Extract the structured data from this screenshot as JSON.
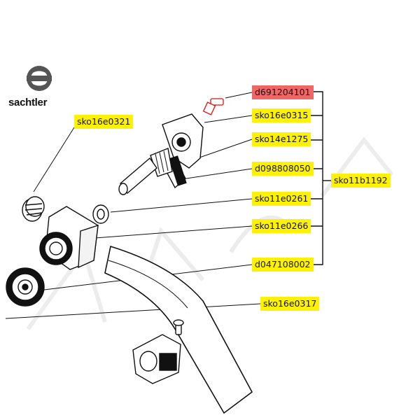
{
  "brand": {
    "name": "sachtler"
  },
  "labels": {
    "d691204101": "d691204101",
    "sko16e0315": "sko16e0315",
    "sko14e1275": "sko14e1275",
    "d098808050": "d098808050",
    "sko11e0261": "sko11e0261",
    "sko11e0266": "sko11e0266",
    "d047108002": "d047108002",
    "sko11b1192": "sko11b1192",
    "sko16e0321": "sko16e0321",
    "sko16e0317": "sko16e0317"
  },
  "colors": {
    "highlight": "#fff200",
    "highlight_selected": "#f06565",
    "line": "#111111"
  }
}
